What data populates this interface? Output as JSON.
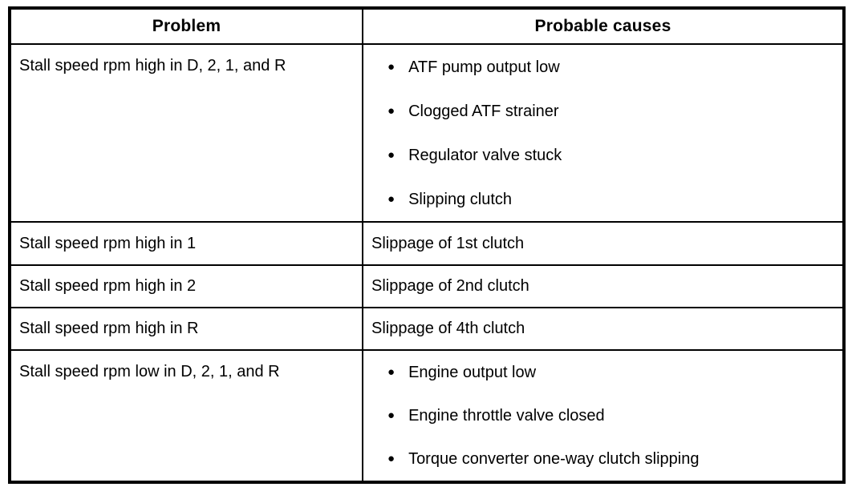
{
  "table": {
    "bullet_glyph": "●",
    "colors": {
      "border": "#000000",
      "background": "#ffffff",
      "text": "#000000"
    },
    "headers": [
      {
        "label": "Problem"
      },
      {
        "label": "Probable causes"
      }
    ],
    "rows": [
      {
        "problem": "Stall speed rpm high in D, 2, 1, and R",
        "causes": [
          "ATF pump output low",
          "Clogged ATF strainer",
          "Regulator valve stuck",
          "Slipping clutch"
        ],
        "bulleted": true
      },
      {
        "problem": "Stall speed rpm high in 1",
        "causes": [
          "Slippage of 1st clutch"
        ],
        "bulleted": false
      },
      {
        "problem": "Stall speed rpm high in 2",
        "causes": [
          "Slippage of 2nd clutch"
        ],
        "bulleted": false
      },
      {
        "problem": "Stall speed rpm high in R",
        "causes": [
          "Slippage of 4th clutch"
        ],
        "bulleted": false
      },
      {
        "problem": "Stall speed rpm low in D, 2, 1, and R",
        "causes": [
          "Engine output low",
          "Engine throttle valve closed",
          "Torque converter one-way clutch slipping"
        ],
        "bulleted": true
      }
    ]
  }
}
